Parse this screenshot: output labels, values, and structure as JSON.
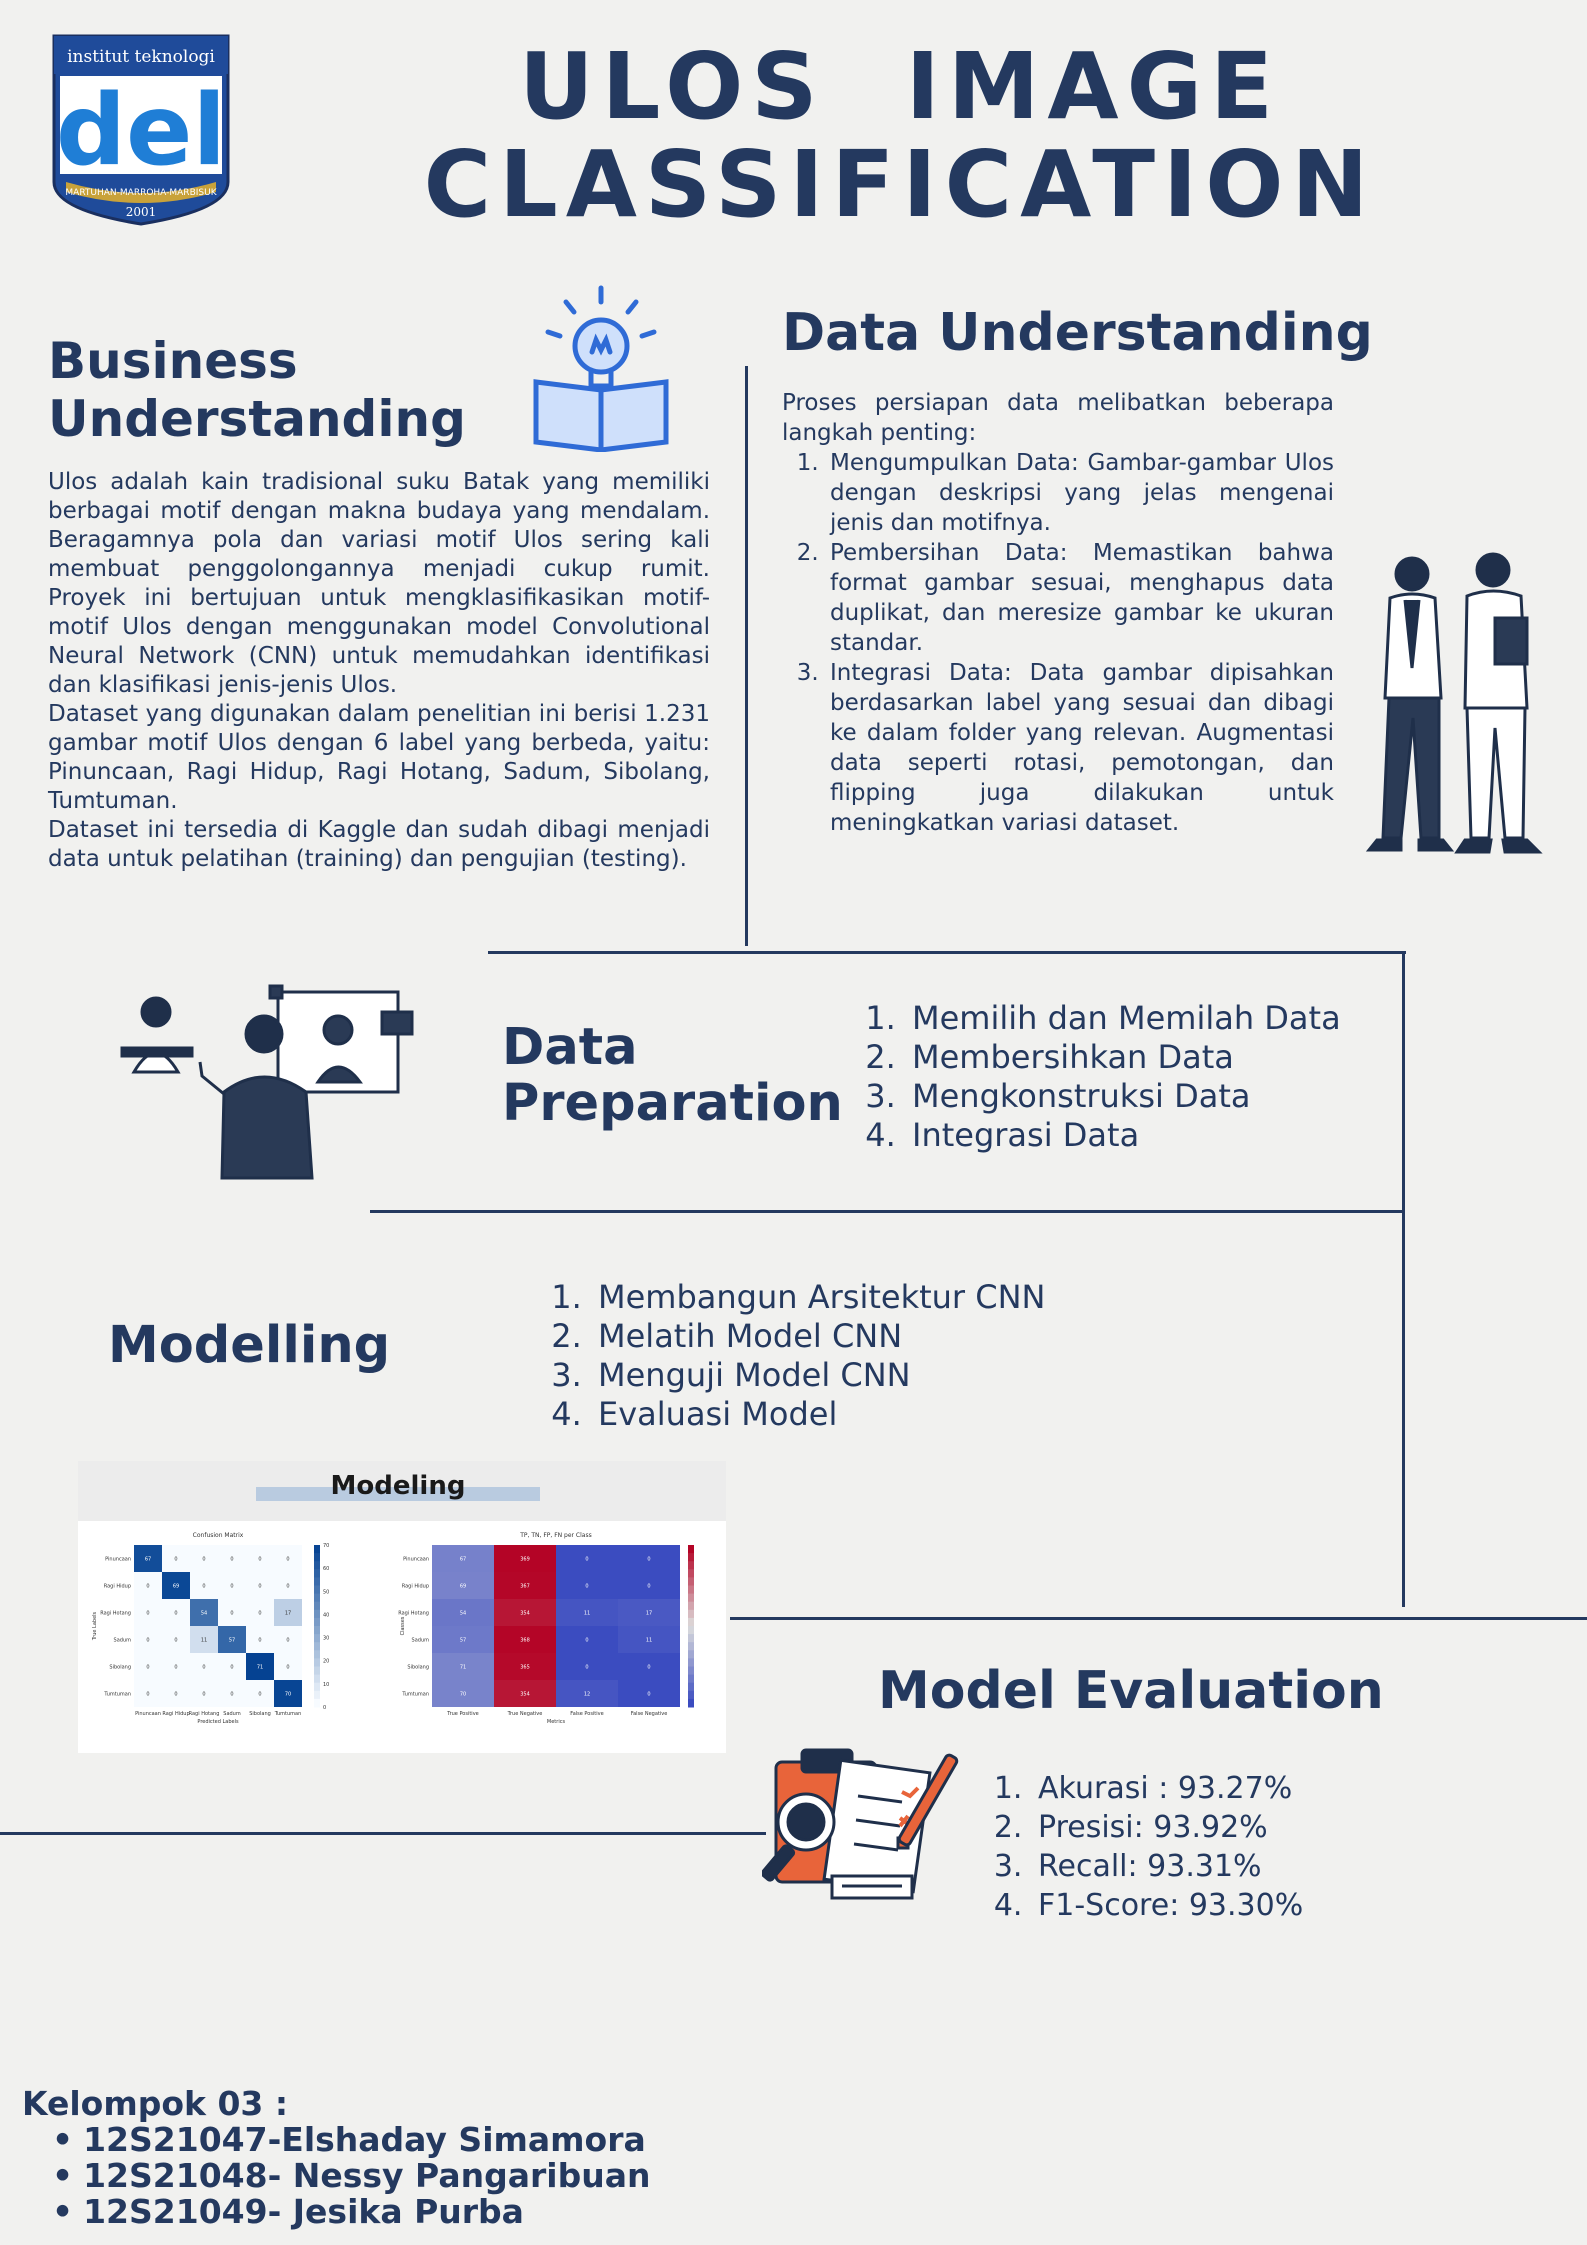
{
  "logo": {
    "top_text": "institut teknologi",
    "mark": "del",
    "motto": "MARTUHAN-MARROHA-MARBISUK",
    "year": "2001"
  },
  "title_line1": "ULOS  IMAGE",
  "title_line2": "CLASSIFICATION",
  "business": {
    "heading_line1": "Business",
    "heading_line2": "Understanding",
    "p1": "Ulos adalah kain tradisional suku Batak yang memiliki berbagai motif dengan makna budaya yang mendalam. Beragamnya pola dan variasi motif Ulos sering kali membuat penggolongannya menjadi cukup rumit. Proyek ini bertujuan untuk mengklasifikasikan motif-motif Ulos dengan menggunakan model Convolutional Neural Network (CNN) untuk memudahkan identifikasi dan klasifikasi jenis-jenis Ulos.",
    "p2": "Dataset yang digunakan dalam penelitian ini berisi 1.231 gambar motif Ulos dengan 6 label yang berbeda, yaitu: Pinuncaan, Ragi Hidup, Ragi Hotang, Sadum, Sibolang, Tumtuman.",
    "p3": "Dataset ini tersedia di Kaggle dan sudah dibagi menjadi data untuk pelatihan (training) dan pengujian (testing)."
  },
  "data_understanding": {
    "heading": "Data Understanding",
    "intro": "Proses persiapan data melibatkan beberapa langkah penting:",
    "steps": [
      "Mengumpulkan Data: Gambar-gambar Ulos dengan deskripsi yang jelas mengenai jenis dan motifnya.",
      "Pembersihan Data: Memastikan bahwa format gambar sesuai, menghapus data duplikat, dan meresize gambar ke ukuran standar.",
      "Integrasi Data: Data gambar dipisahkan berdasarkan label yang sesuai dan dibagi ke dalam folder yang relevan. Augmentasi data seperti rotasi, pemotongan, dan flipping juga dilakukan untuk meningkatkan variasi dataset."
    ]
  },
  "data_preparation": {
    "heading_line1": "Data",
    "heading_line2": "Preparation",
    "items": [
      "Memilih dan Memilah Data",
      "Membersihkan Data",
      "Mengkonstruksi Data",
      "Integrasi Data"
    ]
  },
  "modelling": {
    "heading": "Modelling",
    "items": [
      "Membangun Arsitektur CNN",
      "Melatih Model CNN",
      "Menguji Model CNN",
      "Evaluasi Model"
    ],
    "banner": "Modeling"
  },
  "confusion_matrix": {
    "title": "Confusion Matrix",
    "xlabel": "Predicted Labels",
    "ylabel": "True Labels",
    "labels": [
      "Pinuncaan",
      "Ragi Hidup",
      "Ragi Hotang",
      "Sadum",
      "Sibolang",
      "Tumtuman"
    ],
    "values": [
      [
        67,
        0,
        0,
        0,
        0,
        0
      ],
      [
        0,
        69,
        0,
        0,
        0,
        0
      ],
      [
        0,
        0,
        54,
        0,
        0,
        17
      ],
      [
        0,
        0,
        11,
        57,
        0,
        0
      ],
      [
        0,
        0,
        0,
        0,
        71,
        0
      ],
      [
        0,
        0,
        0,
        0,
        0,
        70
      ]
    ],
    "scale_ticks": [
      "70",
      "60",
      "50",
      "40",
      "30",
      "20",
      "10",
      "0"
    ]
  },
  "metrics_heatmap": {
    "title": "TP, TN, FP, FN per Class",
    "xlabel": "Metrics",
    "ylabel": "Classes",
    "columns": [
      "True Positive",
      "True Negative",
      "False Positive",
      "False Negative"
    ],
    "rows": [
      "Pinuncaan",
      "Ragi Hidup",
      "Ragi Hotang",
      "Sadum",
      "Sibolang",
      "Tumtuman"
    ],
    "values": [
      [
        67,
        369,
        0,
        0
      ],
      [
        69,
        367,
        0,
        0
      ],
      [
        54,
        354,
        11,
        17
      ],
      [
        57,
        368,
        0,
        11
      ],
      [
        71,
        365,
        0,
        0
      ],
      [
        70,
        354,
        12,
        0
      ]
    ]
  },
  "evaluation": {
    "heading": "Model Evaluation",
    "items": [
      "Akurasi : 93.27%",
      "Presisi: 93.92%",
      "Recall: 93.31%",
      "F1-Score: 93.30%"
    ]
  },
  "team": {
    "label": "Kelompok 03 :",
    "members": [
      "12S21047-Elshaday Simamora",
      "12S21048- Nessy Pangaribuan",
      "12S21049- Jesika Purba"
    ]
  },
  "colors": {
    "navy": "#24395f",
    "accent_blue": "#2f6bd6",
    "accent_orange": "#e8643a"
  }
}
